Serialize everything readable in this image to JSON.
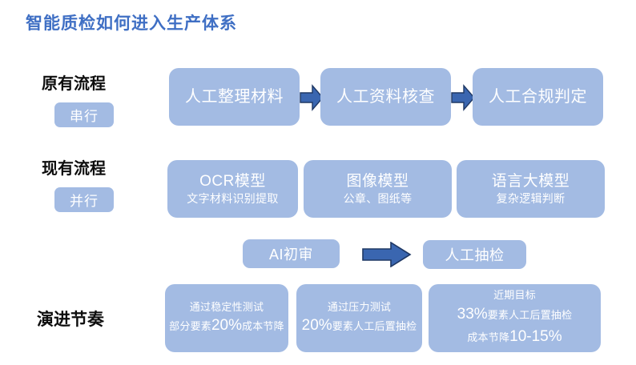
{
  "title": "智能质检如何进入生产体系",
  "colors": {
    "title_blue": "#3F6FC4",
    "box_fill": "#A3BBE3",
    "arrow_fill": "#3A66B0",
    "arrow_stroke": "#1F3864",
    "label_black": "#0D0D0D",
    "background": "#FFFFFF"
  },
  "rows": [
    {
      "label": "原有流程",
      "badge": "串行",
      "boxes": [
        {
          "main": "人工整理材料"
        },
        {
          "main": "人工资料核查"
        },
        {
          "main": "人工合规判定"
        }
      ],
      "arrows": 2
    },
    {
      "label": "现有流程",
      "badge": "并行",
      "boxes": [
        {
          "main": "OCR模型",
          "sub": "文字材料识别提取"
        },
        {
          "main": "图像模型",
          "sub": "公章、图纸等"
        },
        {
          "main": "语言大模型",
          "sub": "复杂逻辑判断"
        }
      ],
      "arrows": 0
    },
    {
      "label": "演进节奏",
      "badge": "",
      "boxes": [
        {
          "line1": "通过稳定性测试",
          "line2_pre": "部分要素",
          "line2_big": "20%",
          "line2_post": "成本节降"
        },
        {
          "line1": "通过压力测试",
          "line2_big": "20%",
          "line2_post": "要素人工后置抽检"
        },
        {
          "line1": "近期目标",
          "line2_big": "33%",
          "line2_post": "要素人工后置抽检",
          "line3_pre": "成本节降",
          "line3_big": "10-15%"
        }
      ],
      "arrows": 0
    }
  ],
  "mid_row": {
    "left_box": "AI初审",
    "right_box": "人工抽检",
    "arrow_icon": "right-arrow-icon"
  },
  "icons": {
    "arrow": "right-arrow-icon"
  }
}
